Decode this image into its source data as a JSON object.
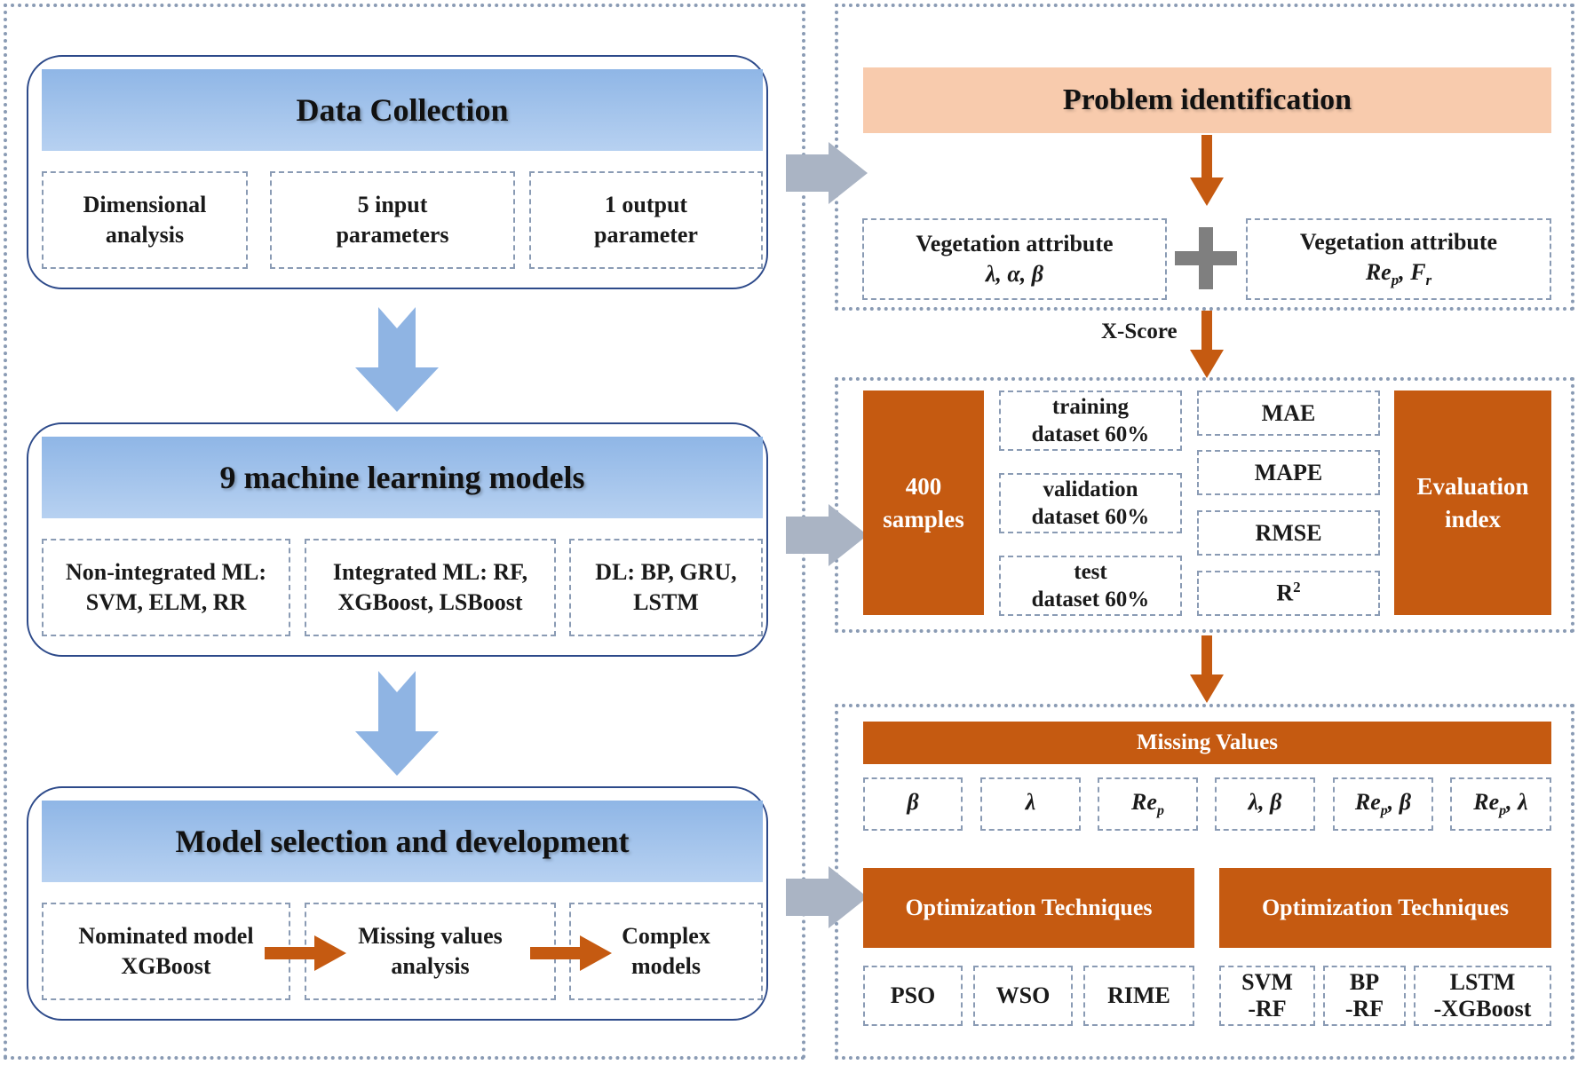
{
  "left": {
    "data_collection": {
      "title": "Data Collection",
      "items": [
        [
          "Dimensional",
          "analysis"
        ],
        [
          "5 input",
          "parameters"
        ],
        [
          "1 output",
          "parameter"
        ]
      ]
    },
    "ml_models": {
      "title": "9 machine learning models",
      "items": [
        [
          "Non-integrated ML:",
          "SVM, ELM, RR"
        ],
        [
          "Integrated ML: RF,",
          "XGBoost, LSBoost"
        ],
        [
          "DL: BP, GRU,",
          "LSTM"
        ]
      ]
    },
    "model_selection": {
      "title": "Model selection and development",
      "items": [
        [
          "Nominated model",
          "XGBoost"
        ],
        [
          "Missing values",
          "analysis"
        ],
        [
          "Complex",
          "models"
        ]
      ]
    }
  },
  "right": {
    "problem": {
      "title": "Problem identification",
      "attr_left": {
        "label": "Vegetation attribute",
        "vars": "λ, α, β"
      },
      "attr_right": {
        "label": "Vegetation attribute",
        "var1": "Re",
        "sub1": "p",
        "var2": "F",
        "sub2": "r"
      },
      "xscore": "X-Score"
    },
    "samples": {
      "count_block": [
        "400",
        "samples"
      ],
      "datasets": [
        [
          "training",
          "dataset 60%"
        ],
        [
          "validation",
          "dataset 60%"
        ],
        [
          "test",
          "dataset 60%"
        ]
      ],
      "metrics": [
        "MAE",
        "MAPE",
        "RMSE",
        "R",
        "2"
      ],
      "evaluation": [
        "Evaluation",
        "index"
      ]
    },
    "missing": {
      "title": "Missing Values",
      "cases": [
        {
          "a": "β",
          "sub": "",
          "b": ""
        },
        {
          "a": "λ",
          "sub": "",
          "b": ""
        },
        {
          "a": "Re",
          "sub": "p",
          "b": ""
        },
        {
          "a": "λ, β",
          "sub": "",
          "b": ""
        },
        {
          "a": "Re",
          "sub": "p",
          "b": ", β"
        },
        {
          "a": "Re",
          "sub": "p",
          "b": ", λ"
        }
      ],
      "opt_left_title": "Optimization Techniques",
      "opt_right_title": "Optimization Techniques",
      "opt_left": [
        "PSO",
        "WSO",
        "RIME"
      ],
      "opt_right": [
        [
          "SVM",
          "-RF"
        ],
        [
          "BP",
          "-RF"
        ],
        [
          "LSTM",
          "-XGBoost"
        ]
      ]
    }
  },
  "colors": {
    "orange": "#c55a11",
    "peach": "#f8cbad",
    "blue": "#9dc3e6",
    "arrow_blue": "#8fb4e3",
    "arrow_gray": "#aab4c4"
  }
}
